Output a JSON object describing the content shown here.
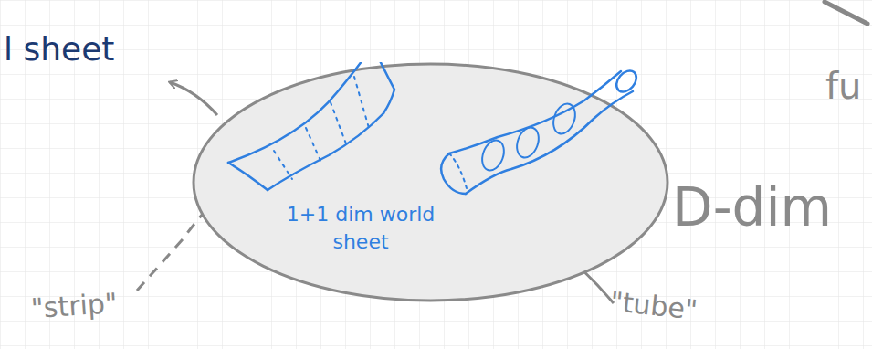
{
  "diagram": {
    "nodes": [
      {
        "text": [
          "1+1 dim world sheet"
        ]
      }
    ],
    "labels": [
      "l sheet",
      "\"strip\"",
      "\"tube\"",
      "D-dim",
      "fu"
    ]
  }
}
